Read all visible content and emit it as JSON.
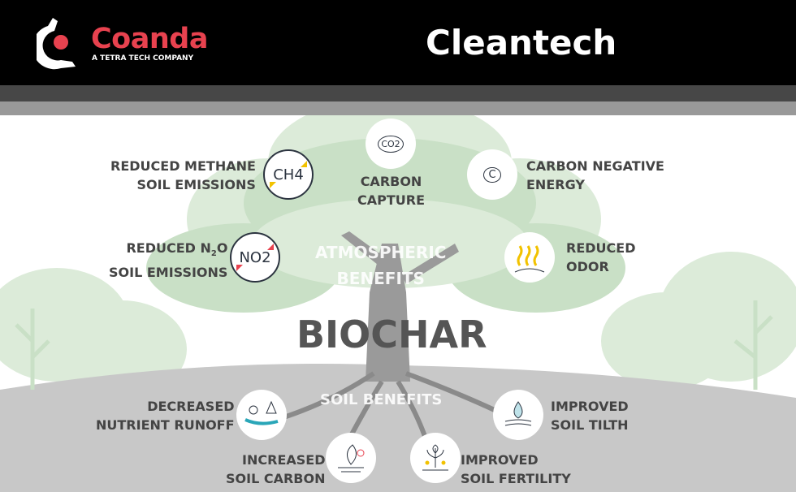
{
  "header": {
    "brand": "Coanda",
    "tagline": "A TETRA TECH COMPANY",
    "title": "Cleantech"
  },
  "center": {
    "main": "BIOCHAR",
    "atmospheric": [
      "ATMOSPHERIC",
      "BENEFITS"
    ],
    "soil": "SOIL BENEFITS"
  },
  "benefits": {
    "methane": [
      "REDUCED METHANE",
      "SOIL EMISSIONS"
    ],
    "capture": [
      "CARBON",
      "CAPTURE"
    ],
    "energy": [
      "CARBON NEGATIVE",
      "ENERGY"
    ],
    "n2o": [
      "REDUCED N",
      "2",
      "O",
      "SOIL EMISSIONS"
    ],
    "odor": [
      "REDUCED",
      "ODOR"
    ],
    "runoff": [
      "DECREASED",
      "NUTRIENT RUNOFF"
    ],
    "soilcarbon": [
      "INCREASED",
      "SOIL CARBON"
    ],
    "fertility": [
      "IMPROVED",
      "SOIL FERTILITY"
    ],
    "tilth": [
      "IMPROVED",
      "SOIL TILTH"
    ]
  },
  "icons": {
    "ch4": "CH4",
    "no2": "NO2",
    "co2": "CO2",
    "c": "C"
  },
  "colors": {
    "brand": "#e8424f",
    "accent_yellow": "#f2c200",
    "accent_red": "#e8424f",
    "tree_green": "#c9e0c6",
    "ground": "#c8c8c8"
  }
}
